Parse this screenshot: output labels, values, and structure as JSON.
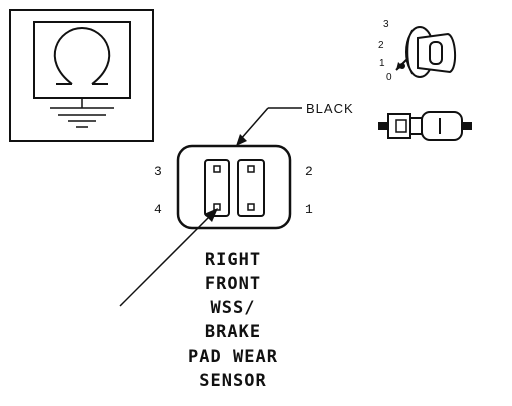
{
  "connector": {
    "wire_color": "BLACK",
    "pins": {
      "p1": "1",
      "p2": "2",
      "p3": "3",
      "p4": "4"
    }
  },
  "key_positions": {
    "k0": "0",
    "k1": "1",
    "k2": "2",
    "k3": "3"
  },
  "component_name": [
    "RIGHT",
    "FRONT",
    "WSS/",
    "BRAKE",
    "PAD WEAR",
    "SENSOR"
  ],
  "colors": {
    "ink": "#111111",
    "paper": "#ffffff"
  }
}
